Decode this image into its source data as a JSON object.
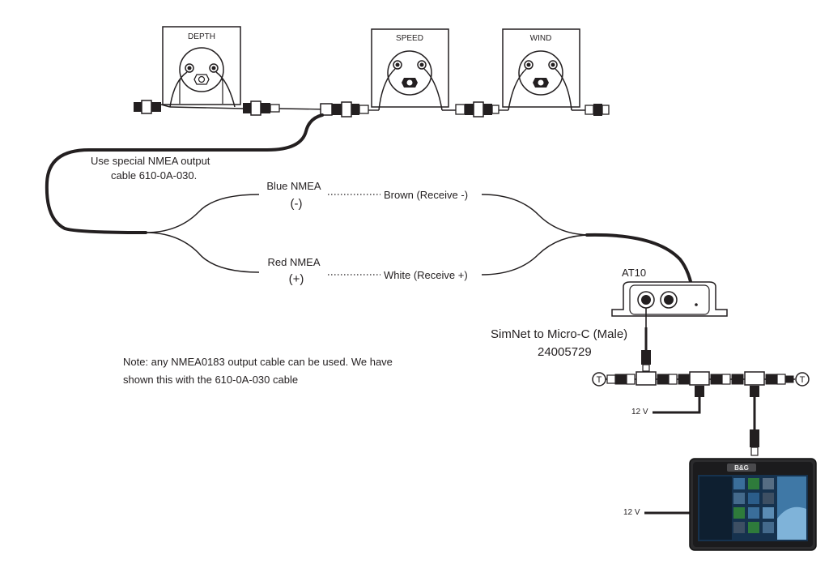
{
  "instruments": [
    {
      "label": "DEPTH"
    },
    {
      "label": "SPEED"
    },
    {
      "label": "WIND"
    }
  ],
  "cable_note": {
    "line1": "Use special NMEA output",
    "line2": "cable   610-0A-030."
  },
  "wires": {
    "blue_label": "Blue NMEA",
    "blue_polarity": "(-)",
    "red_label": "Red NMEA",
    "red_polarity": "(+)",
    "brown_label": "Brown (Receive -)",
    "white_label": "White (Receive +)"
  },
  "at10": {
    "label": "AT10"
  },
  "adapter": {
    "label": "SimNet to Micro-C (Male)",
    "part_number": "24005729"
  },
  "note": {
    "line1": "Note: any NMEA0183 output cable can be used. We have",
    "line2": "shown this with the 610-0A-030 cable"
  },
  "power": {
    "backbone_label": "12 V",
    "display_label": "12 V"
  },
  "terminators": {
    "left": "T",
    "right": "T"
  },
  "display": {
    "brand": "B&G"
  }
}
